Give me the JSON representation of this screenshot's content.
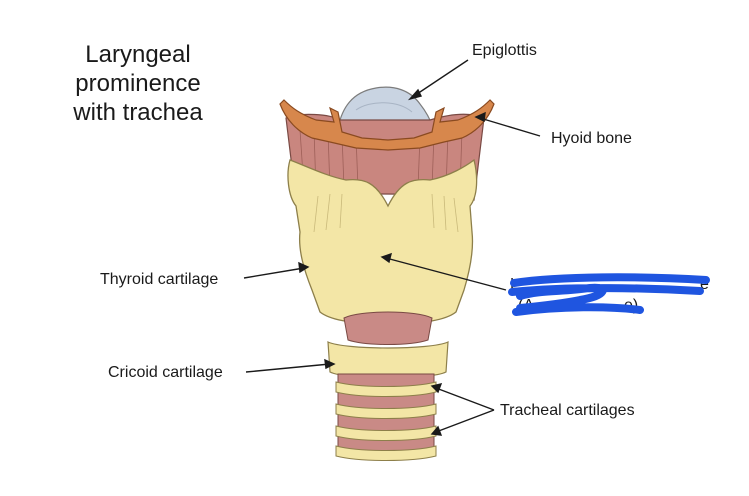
{
  "title": {
    "line1": "Laryngeal",
    "line2": "prominence",
    "line3": "with trachea"
  },
  "labels": {
    "epiglottis": "Epiglottis",
    "hyoid_bone": "Hyoid bone",
    "thyroid_cartilage": "Thyroid cartilage",
    "cricoid_cartilage": "Cricoid cartilage",
    "tracheal_cartilages": "Tracheal cartilages",
    "obscured_label_fragment_1": "L",
    "obscured_label_fragment_2": "e",
    "obscured_label_fragment_3": "(A",
    "obscured_label_fragment_4": "e)"
  },
  "colors": {
    "epiglottis": "#c9d4e2",
    "hyoid": "#d7874c",
    "membrane": "#c9867f",
    "cartilage": "#f3e6a6",
    "ring_gap": "#c98a86",
    "scribble": "#1f55e0"
  }
}
